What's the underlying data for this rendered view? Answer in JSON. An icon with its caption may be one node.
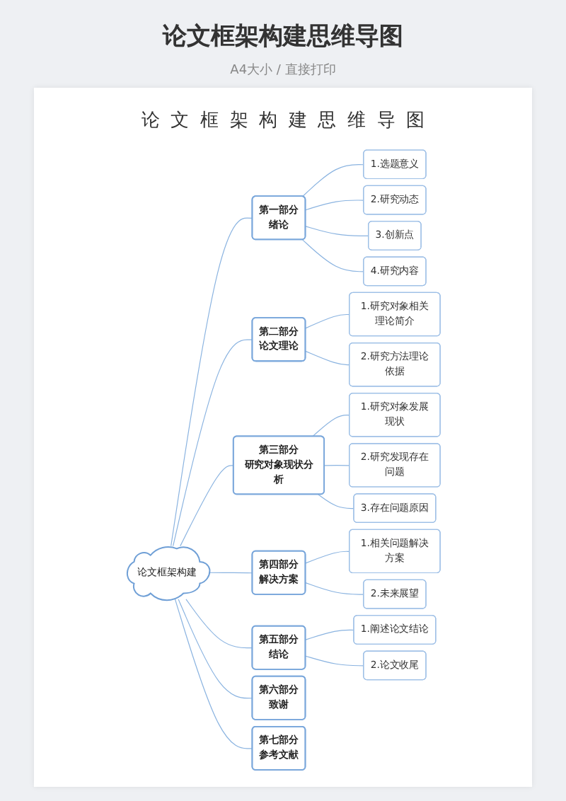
{
  "diagram": {
    "title": "论文框架构建思维导图",
    "nodes": [
      {
        "text": [
          "论文框架构建"
        ]
      },
      {
        "text": [
          "第一部分",
          "绪论"
        ]
      },
      {
        "text": [
          "1.选题意义"
        ]
      },
      {
        "text": [
          "2.研究动态"
        ]
      },
      {
        "text": [
          "3.创新点"
        ]
      },
      {
        "text": [
          "4.研究内容"
        ]
      },
      {
        "text": [
          "第二部分",
          "论文理论"
        ]
      },
      {
        "text": [
          "1.研究对象相关理论简介"
        ]
      },
      {
        "text": [
          "2.研究方法理论依据"
        ]
      },
      {
        "text": [
          "第三部分",
          "研究对象现状分析"
        ]
      },
      {
        "text": [
          "1.研究对象发展现状"
        ]
      },
      {
        "text": [
          "2.研究发现存在问题"
        ]
      },
      {
        "text": [
          "3.存在问题原因"
        ]
      },
      {
        "text": [
          "第四部分",
          "解决方案"
        ]
      },
      {
        "text": [
          "1.相关问题解决方案"
        ]
      },
      {
        "text": [
          "2.未来展望"
        ]
      },
      {
        "text": [
          "第五部分",
          "结论"
        ]
      },
      {
        "text": [
          "1.阐述论文结论"
        ]
      },
      {
        "text": [
          "2.论文收尾"
        ]
      },
      {
        "text": [
          "第六部分",
          "致谢"
        ]
      },
      {
        "text": [
          "第七部分",
          "参考文献"
        ]
      }
    ],
    "edges": [
      {
        "from": 0,
        "to": 1,
        "arrow": "none"
      },
      {
        "from": 1,
        "to": 2,
        "arrow": "none"
      },
      {
        "from": 1,
        "to": 3,
        "arrow": "none"
      },
      {
        "from": 1,
        "to": 4,
        "arrow": "none"
      },
      {
        "from": 1,
        "to": 5,
        "arrow": "none"
      },
      {
        "from": 0,
        "to": 6,
        "arrow": "none"
      },
      {
        "from": 6,
        "to": 7,
        "arrow": "none"
      },
      {
        "from": 6,
        "to": 8,
        "arrow": "none"
      },
      {
        "from": 0,
        "to": 9,
        "arrow": "none"
      },
      {
        "from": 9,
        "to": 10,
        "arrow": "none"
      },
      {
        "from": 9,
        "to": 11,
        "arrow": "none"
      },
      {
        "from": 9,
        "to": 12,
        "arrow": "none"
      },
      {
        "from": 0,
        "to": 13,
        "arrow": "none"
      },
      {
        "from": 13,
        "to": 14,
        "arrow": "none"
      },
      {
        "from": 13,
        "to": 15,
        "arrow": "none"
      },
      {
        "from": 0,
        "to": 16,
        "arrow": "none"
      },
      {
        "from": 16,
        "to": 17,
        "arrow": "none"
      },
      {
        "from": 16,
        "to": 18,
        "arrow": "none"
      },
      {
        "from": 0,
        "to": 19,
        "arrow": "none"
      },
      {
        "from": 0,
        "to": 20,
        "arrow": "none"
      }
    ],
    "labels": [
      "论文框架构建思维导图",
      "A4大小 / 直接打印"
    ]
  }
}
